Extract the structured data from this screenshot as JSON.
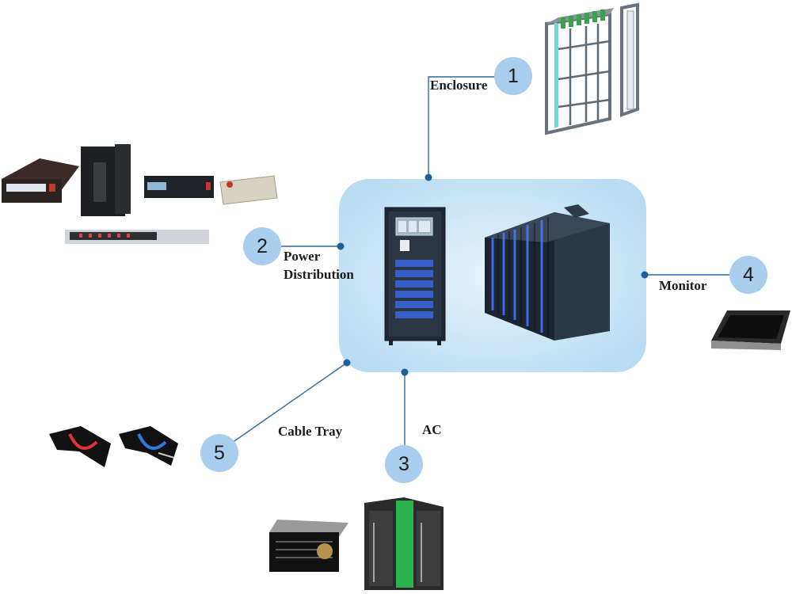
{
  "nodes": [
    {
      "id": "1",
      "number": "1",
      "label": "Enclosure",
      "image": "server-enclosure-icon"
    },
    {
      "id": "2",
      "number": "2",
      "label_line1": "Power",
      "label_line2": "Distribution",
      "image": "power-distribution-equipment-icon"
    },
    {
      "id": "3",
      "number": "3",
      "label": "AC",
      "image": "precision-air-conditioner-icon"
    },
    {
      "id": "4",
      "number": "4",
      "label": "Monitor",
      "image": "monitor-screen-icon"
    },
    {
      "id": "5",
      "number": "5",
      "label": "Cable Tray",
      "image": "cable-tray-icon"
    }
  ],
  "center": {
    "image": "micro-data-center-icon"
  },
  "colors": {
    "hub_fill": "#bde0f5",
    "badge_fill": "#a9cdec",
    "connector": "#1f5f97",
    "dot": "#1f5f97"
  }
}
